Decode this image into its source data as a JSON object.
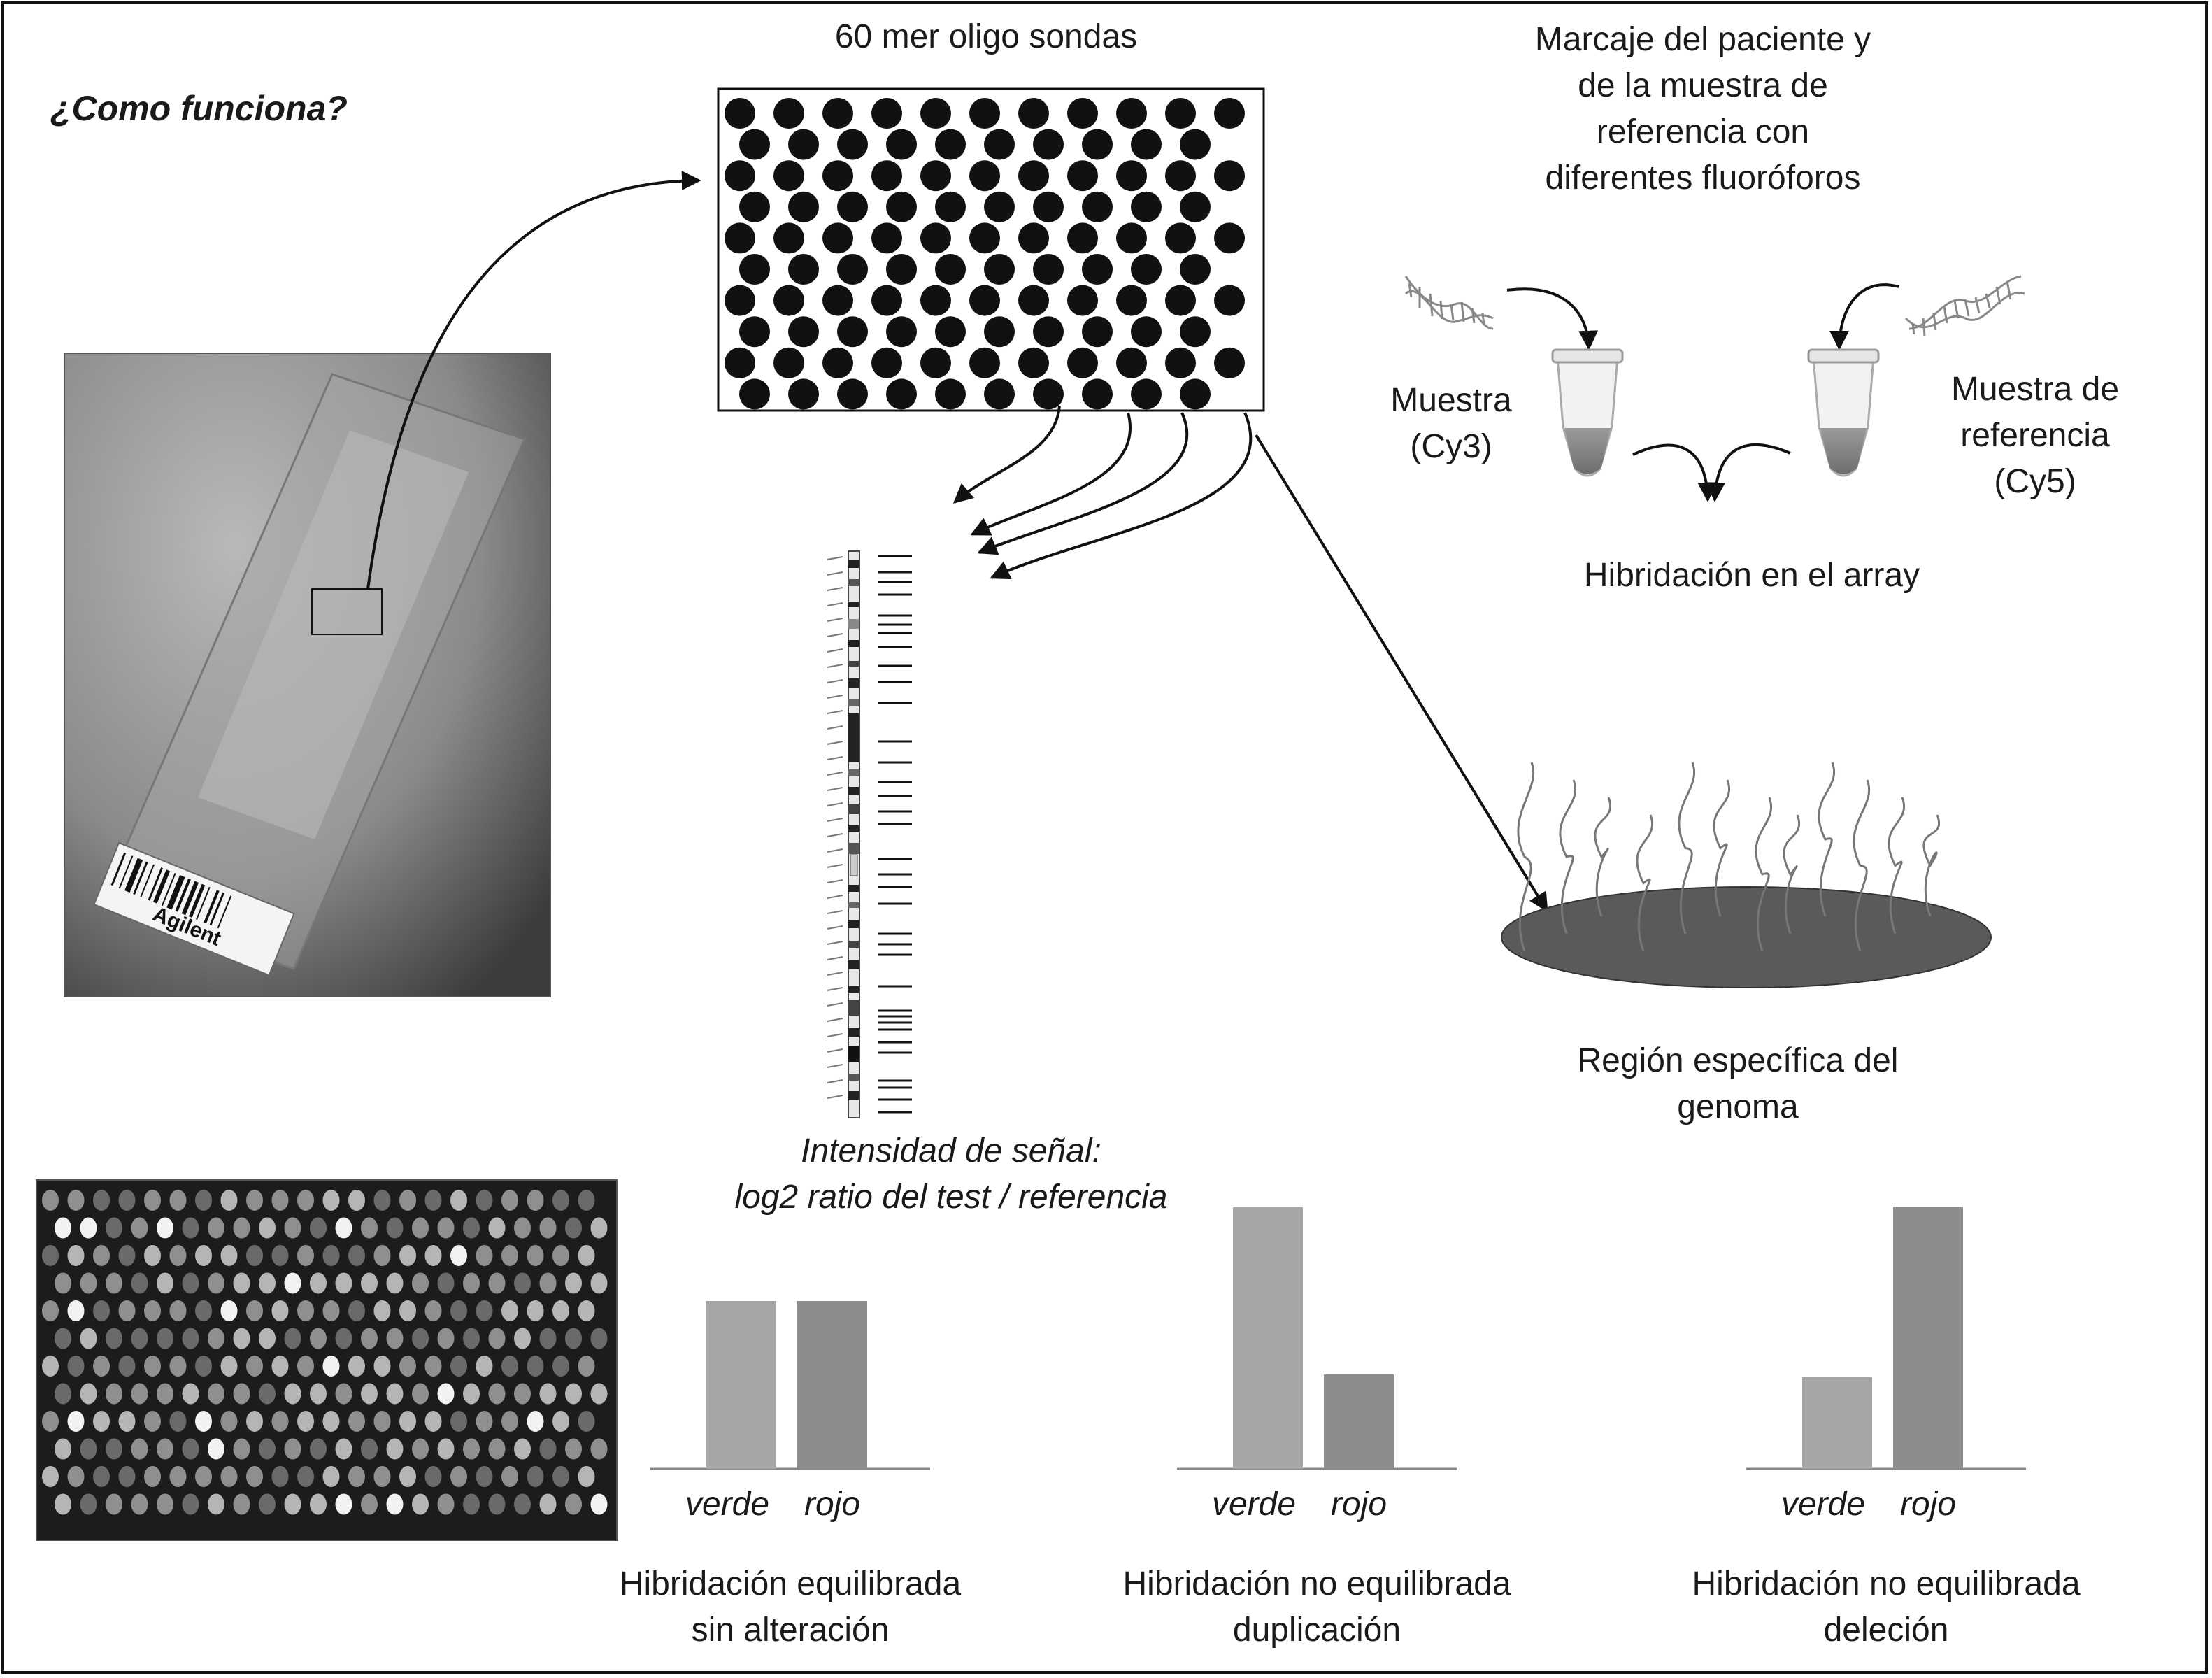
{
  "heading": "¿Como funciona?",
  "probes_label": "60 mer oligo sondas",
  "labeling_text": "Marcaje del paciente y\nde la muestra de\nreferencia con\ndiferentes fluoróforos",
  "sample_label": "Muestra\n(Cy3)",
  "reference_label": "Muestra de\nreferencia\n(Cy5)",
  "hybridization_label": "Hibridación en el array",
  "genome_region_label": "Región específica del\ngenoma",
  "signal_label": "Intensidad de señal:\nlog2 ratio del test / referencia",
  "slide_brand": "Agilent",
  "colors": {
    "green_bar": "#a6a6a6",
    "red_bar": "#8c8c8c",
    "ink": "#111111"
  },
  "chart_data": [
    {
      "type": "bar",
      "categories": [
        "verde",
        "rojo"
      ],
      "values": [
        0.64,
        0.64
      ],
      "caption": "Hibridación equilibrada\nsin alteración"
    },
    {
      "type": "bar",
      "categories": [
        "verde",
        "rojo"
      ],
      "values": [
        1.0,
        0.36
      ],
      "caption": "Hibridación no equilibrada\nduplicación"
    },
    {
      "type": "bar",
      "categories": [
        "verde",
        "rojo"
      ],
      "values": [
        0.35,
        1.0
      ],
      "caption": "Hibridación no equilibrada\ndeleción"
    }
  ]
}
